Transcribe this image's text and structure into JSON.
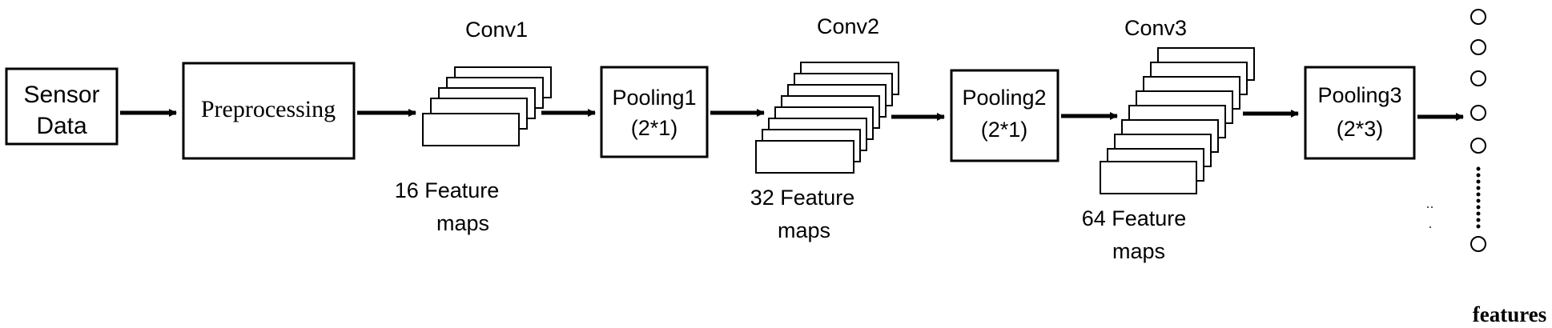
{
  "nodes": {
    "sensor": {
      "line1": "Sensor",
      "line2": "Data"
    },
    "preprocessing": {
      "label": "Preprocessing"
    },
    "pooling1": {
      "line1": "Pooling1",
      "line2": "(2*1)"
    },
    "pooling2": {
      "line1": "Pooling2",
      "line2": "(2*1)"
    },
    "pooling3": {
      "line1": "Pooling3",
      "line2": "(2*3)"
    }
  },
  "conv1": {
    "title": "Conv1",
    "caption1": "16 Feature",
    "caption2": "maps"
  },
  "conv2": {
    "title": "Conv2",
    "caption1": "32 Feature",
    "caption2": "maps"
  },
  "conv3": {
    "title": "Conv3",
    "caption1": "64 Feature",
    "caption2": "maps"
  },
  "output": {
    "label": "features"
  }
}
